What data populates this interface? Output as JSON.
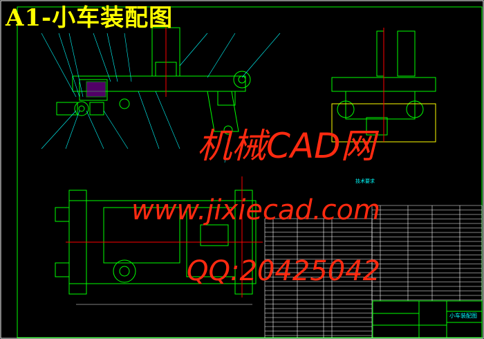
{
  "drawing": {
    "title": "A1-小车装配图",
    "technical_requirements_heading": "技术要求",
    "title_block_name": "小车装配图"
  },
  "watermarks": {
    "site_name": "机械CAD网",
    "url": "www.jixiecad.com",
    "qq": "QQ:20425042"
  },
  "colors": {
    "background": "#000000",
    "frame": "#00ff00",
    "title": "#ffff00",
    "leader": "#00ffff",
    "watermark": "#ff2a10"
  }
}
